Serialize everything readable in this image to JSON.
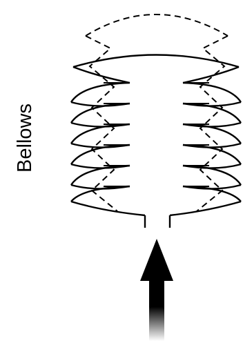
{
  "diagram": {
    "label": "Bellows",
    "colors": {
      "stroke": "#000000",
      "background": "#ffffff"
    },
    "elements": {
      "bellows": "bellows-outline",
      "expanded_state": "dashed-outline",
      "inlet": "inlet-pipe",
      "flow": "upward-arrow"
    }
  }
}
